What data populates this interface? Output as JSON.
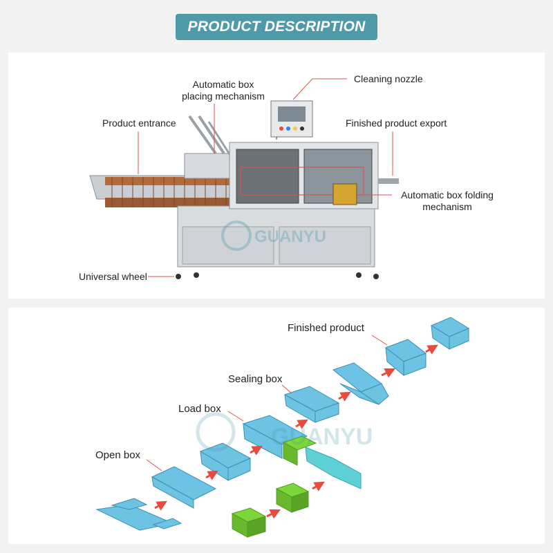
{
  "header": {
    "title": "PRODUCT DESCRIPTION"
  },
  "machine_labels": {
    "box_placing": "Automatic box\nplacing mechanism",
    "cleaning_nozzle": "Cleaning nozzle",
    "product_entrance": "Product entrance",
    "finished_export": "Finished product export",
    "box_folding": "Automatic box folding\nmechanism",
    "universal_wheel": "Universal wheel"
  },
  "process_labels": {
    "finished_product": "Finished product",
    "sealing_box": "Sealing box",
    "load_box": "Load box",
    "open_box": "Open box"
  },
  "colors": {
    "banner": "#4f9aa8",
    "box_blue": "#6cc3e3",
    "product_green": "#7dd63a",
    "arrow_red": "#e84a3c",
    "leader_red": "#d9534f"
  }
}
